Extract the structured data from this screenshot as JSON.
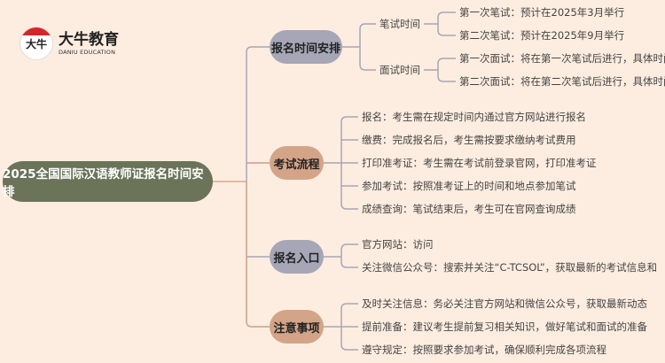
{
  "logo": {
    "mark": "大牛",
    "name": "大牛教育",
    "subtitle": "DANIU EDUCATION"
  },
  "root": "2025全国国际汉语教师证报名时间安排",
  "branches": [
    {
      "label": "报名时间安排",
      "subs": [
        {
          "label": "笔试时间",
          "items": [
            "第一次笔试：预计在2025年3月举行",
            "第二次笔试：预计在2025年9月举行"
          ]
        },
        {
          "label": "面试时间",
          "items": [
            "第一次面试：将在第一次笔试后进行，具体时间待定",
            "第二次面试：将在第二次笔试后进行，具体时间待定"
          ]
        }
      ]
    },
    {
      "label": "考试流程",
      "items": [
        "报名：考生需在规定时间内通过官方网站进行报名",
        "缴费：完成报名后，考生需按要求缴纳考试费用",
        "打印准考证：考生需在考试前登录官网，打印准考证",
        "参加考试：按照准考证上的时间和地点参加笔试",
        "成绩查询：笔试结束后，考生可在官网查询成绩"
      ]
    },
    {
      "label": "报名入口",
      "items": [
        "官方网站：访问",
        "关注微信公众号：搜索并关注“C-TCSOL”，获取最新的考试信息和"
      ]
    },
    {
      "label": "注意事项",
      "items": [
        "及时关注信息：务必关注官方网站和微信公众号，获取最新动态",
        "提前准备：建议考生提前复习相关知识，做好笔试和面试的准备",
        "遵守规定：按照要求参加考试，确保顺利完成各项流程"
      ]
    }
  ],
  "colors": {
    "background": "#fdede0",
    "root": "#6b7358",
    "grey": "#a6a6b6",
    "tan": "#d4a488"
  }
}
